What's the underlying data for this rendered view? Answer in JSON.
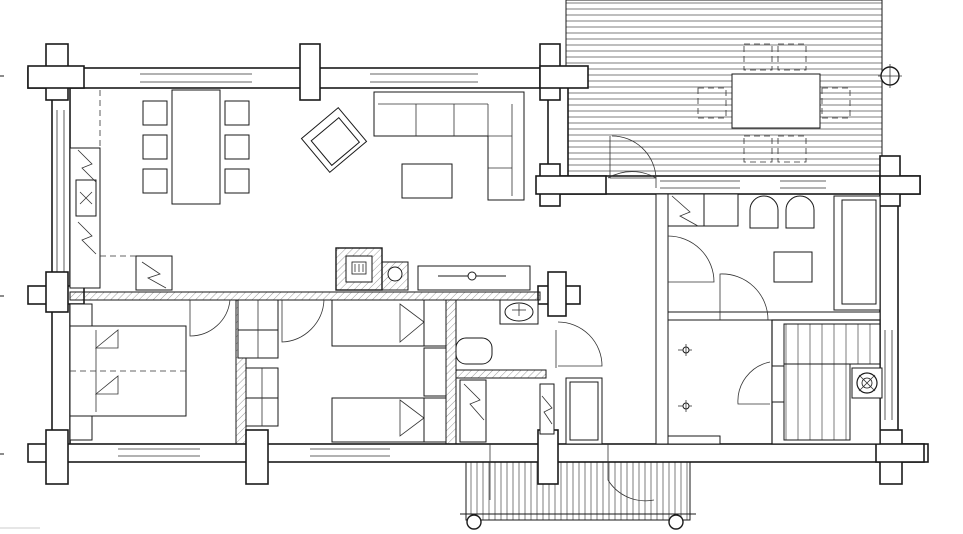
{
  "drawing": {
    "kind": "floor-plan",
    "colors": {
      "line": "#1a1a1a",
      "background": "#ffffff"
    },
    "rooms": [
      "terrace",
      "living-dining",
      "kitchen",
      "bedroom-1",
      "bedroom-2",
      "bathroom",
      "wc",
      "hall",
      "utility",
      "changing-room",
      "shower",
      "sauna",
      "porch"
    ],
    "fixtures": [
      "dining-table",
      "chairs",
      "sofa",
      "armchair",
      "coffee-table",
      "fireplace",
      "beds",
      "wardrobes",
      "sink",
      "toilet",
      "sauna-stove",
      "benches",
      "shower-heads"
    ]
  }
}
